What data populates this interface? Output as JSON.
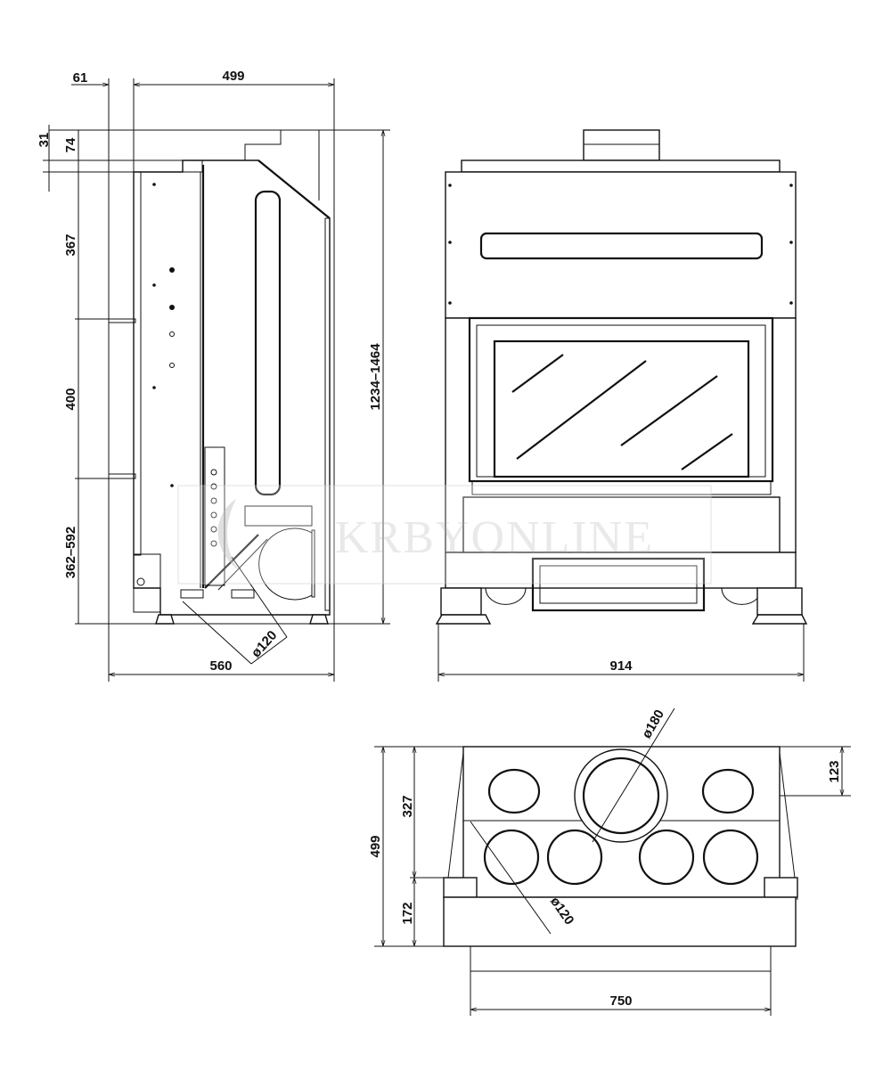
{
  "side_view": {
    "dims": {
      "offset_top": "61",
      "depth_top": "499",
      "flue_offset_small": "31",
      "flue_offset": "74",
      "upper_height": "367",
      "door_height": "400",
      "base_height": "362–592",
      "total_height": "1234–1464",
      "total_depth": "560",
      "duct_diameter": "ø120"
    }
  },
  "front_view": {
    "dims": {
      "width": "914"
    }
  },
  "top_view": {
    "dims": {
      "depth": "499",
      "upper_depth": "327",
      "lower_depth": "172",
      "flue_center": "123",
      "flue_diameter": "ø180",
      "duct_diameter": "ø120",
      "width": "750"
    }
  },
  "watermark": {
    "text": "KRBYONLINE"
  },
  "colors": {
    "line": "#111111",
    "watermark": "#bbbbbb"
  }
}
